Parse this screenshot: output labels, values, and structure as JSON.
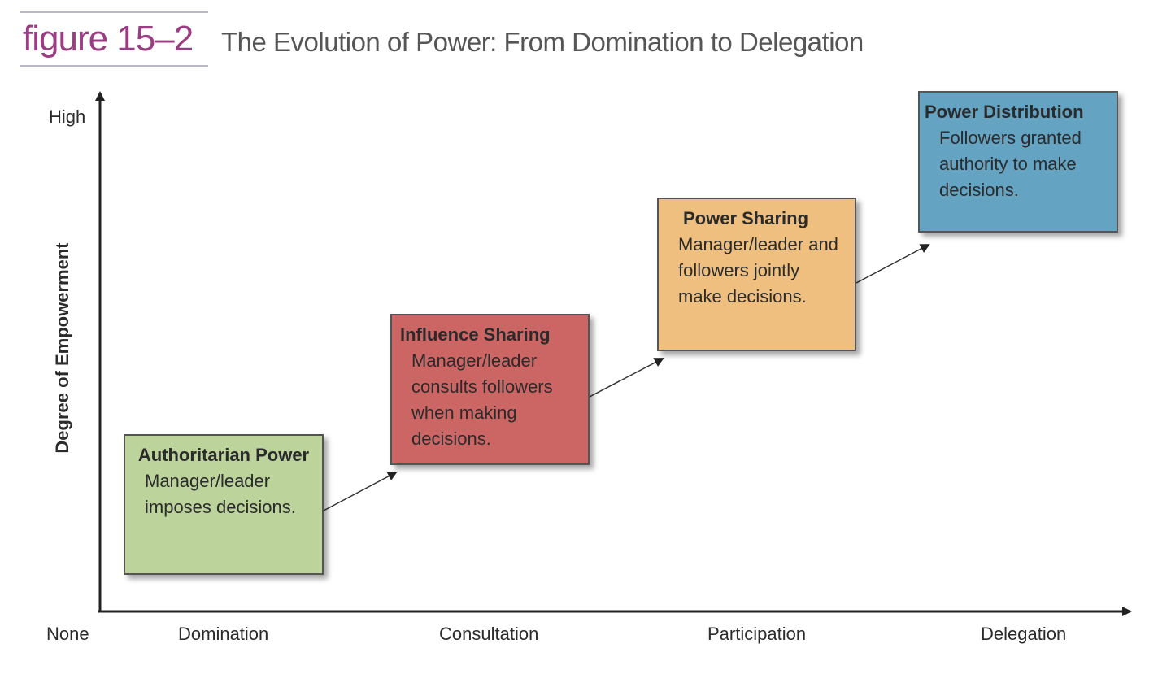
{
  "figure": {
    "label": "figure 15–2",
    "title": "The Evolution of Power: From Domination to Delegation"
  },
  "axes": {
    "y_title": "Degree of Empowerment",
    "y_high": "High",
    "y_low": "None",
    "x_categories": [
      "Domination",
      "Consultation",
      "Participation",
      "Delegation"
    ]
  },
  "stages": [
    {
      "title": "Authoritarian Power",
      "description": "Manager/leader imposes decisions.",
      "color": "#bcd39c"
    },
    {
      "title": "Influence Sharing",
      "description": "Manager/leader consults followers when making decisions.",
      "color": "#cc6665"
    },
    {
      "title": "Power Sharing",
      "description": "Manager/leader and followers jointly make decisions.",
      "color": "#efbf80"
    },
    {
      "title": "Power Distribution",
      "description": "Followers granted authority to make decisions.",
      "color": "#65a3c3"
    }
  ]
}
